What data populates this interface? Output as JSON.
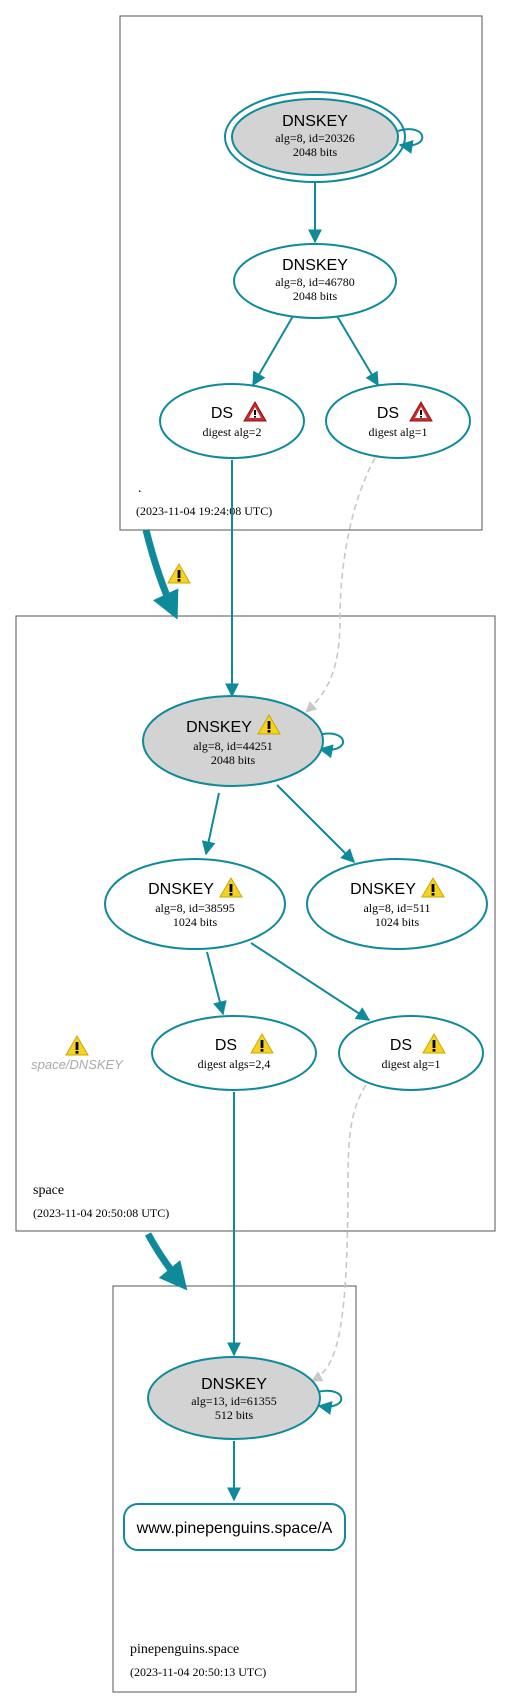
{
  "zones": {
    "root": {
      "name": ".",
      "timestamp": "(2023-11-04 19:24:08 UTC)"
    },
    "space": {
      "name": "space",
      "timestamp": "(2023-11-04 20:50:08 UTC)"
    },
    "pinepenguins": {
      "name": "pinepenguins.space",
      "timestamp": "(2023-11-04 20:50:13 UTC)"
    }
  },
  "nodes": {
    "root_ksk": {
      "title": "DNSKEY",
      "line1": "alg=8, id=20326",
      "line2": "2048 bits"
    },
    "root_zsk": {
      "title": "DNSKEY",
      "line1": "alg=8, id=46780",
      "line2": "2048 bits"
    },
    "root_ds2": {
      "title": "DS",
      "line1": "digest alg=2"
    },
    "root_ds1": {
      "title": "DS",
      "line1": "digest alg=1"
    },
    "space_ksk": {
      "title": "DNSKEY",
      "line1": "alg=8, id=44251",
      "line2": "2048 bits"
    },
    "space_zsk1": {
      "title": "DNSKEY",
      "line1": "alg=8, id=38595",
      "line2": "1024 bits"
    },
    "space_zsk2": {
      "title": "DNSKEY",
      "line1": "alg=8, id=511",
      "line2": "1024 bits"
    },
    "space_ds24": {
      "title": "DS",
      "line1": "digest algs=2,4"
    },
    "space_ds1": {
      "title": "DS",
      "line1": "digest alg=1"
    },
    "pp_key": {
      "title": "DNSKEY",
      "line1": "alg=13, id=61355",
      "line2": "512 bits"
    }
  },
  "ghost": {
    "label": "space/DNSKEY"
  },
  "rrset": {
    "label": "www.pinepenguins.space/A"
  },
  "colors": {
    "edge": "#0f8a9a",
    "dashed": "#c8c8c8",
    "ksk_fill": "#d3d3d3",
    "warning_yellow": "#f5d223",
    "error_red": "#cc2b2b"
  }
}
